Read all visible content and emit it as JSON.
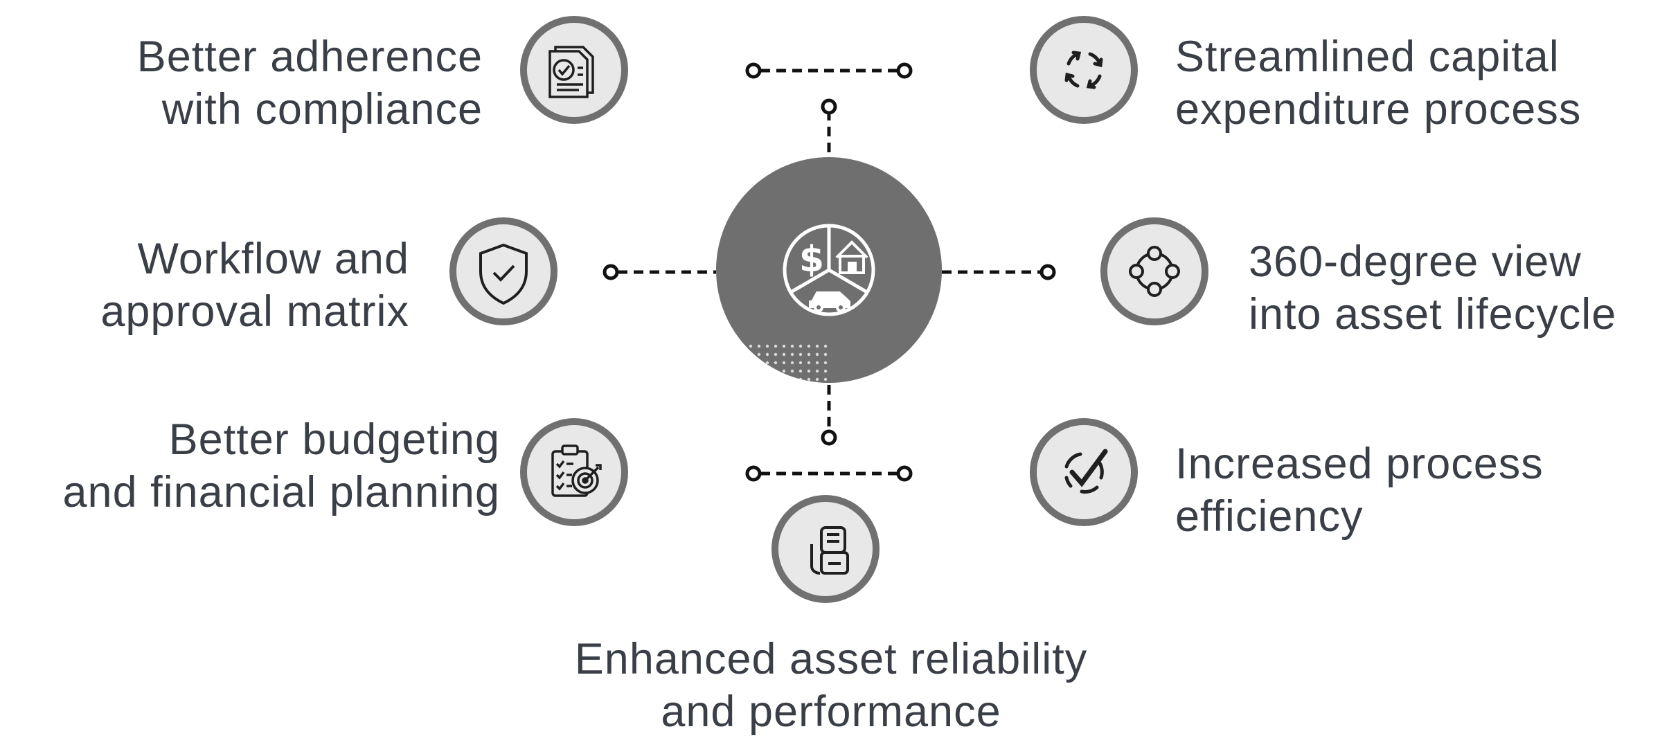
{
  "hub": {
    "icon": "asset-categories-icon",
    "segments": [
      "dollar-icon",
      "house-icon",
      "car-icon"
    ]
  },
  "benefits": [
    {
      "id": "compliance",
      "icon": "document-check-icon",
      "lines": [
        "Better adherence",
        "with compliance"
      ]
    },
    {
      "id": "workflow",
      "icon": "shield-check-icon",
      "lines": [
        "Workflow and",
        "approval matrix"
      ]
    },
    {
      "id": "budgeting",
      "icon": "clipboard-target-icon",
      "lines": [
        "Better budgeting",
        "and financial planning"
      ]
    },
    {
      "id": "reliability",
      "icon": "documents-card-icon",
      "lines": [
        "Enhanced asset reliability",
        "and performance"
      ]
    },
    {
      "id": "capex",
      "icon": "cycle-arrows-icon",
      "lines": [
        "Streamlined capital",
        "expenditure process"
      ]
    },
    {
      "id": "lifecycle",
      "icon": "lifecycle-nodes-icon",
      "lines": [
        "360-degree view",
        "into asset lifecycle"
      ]
    },
    {
      "id": "efficiency",
      "icon": "check-cycle-icon",
      "lines": [
        "Increased process",
        "efficiency"
      ]
    }
  ],
  "colors": {
    "hub": "#6f6f6f",
    "icon_ring": "#707070",
    "icon_fill": "#e8e8e8",
    "icon_stroke": "#1f1f1f",
    "connector": "#111111",
    "text": "#3a3f47"
  }
}
